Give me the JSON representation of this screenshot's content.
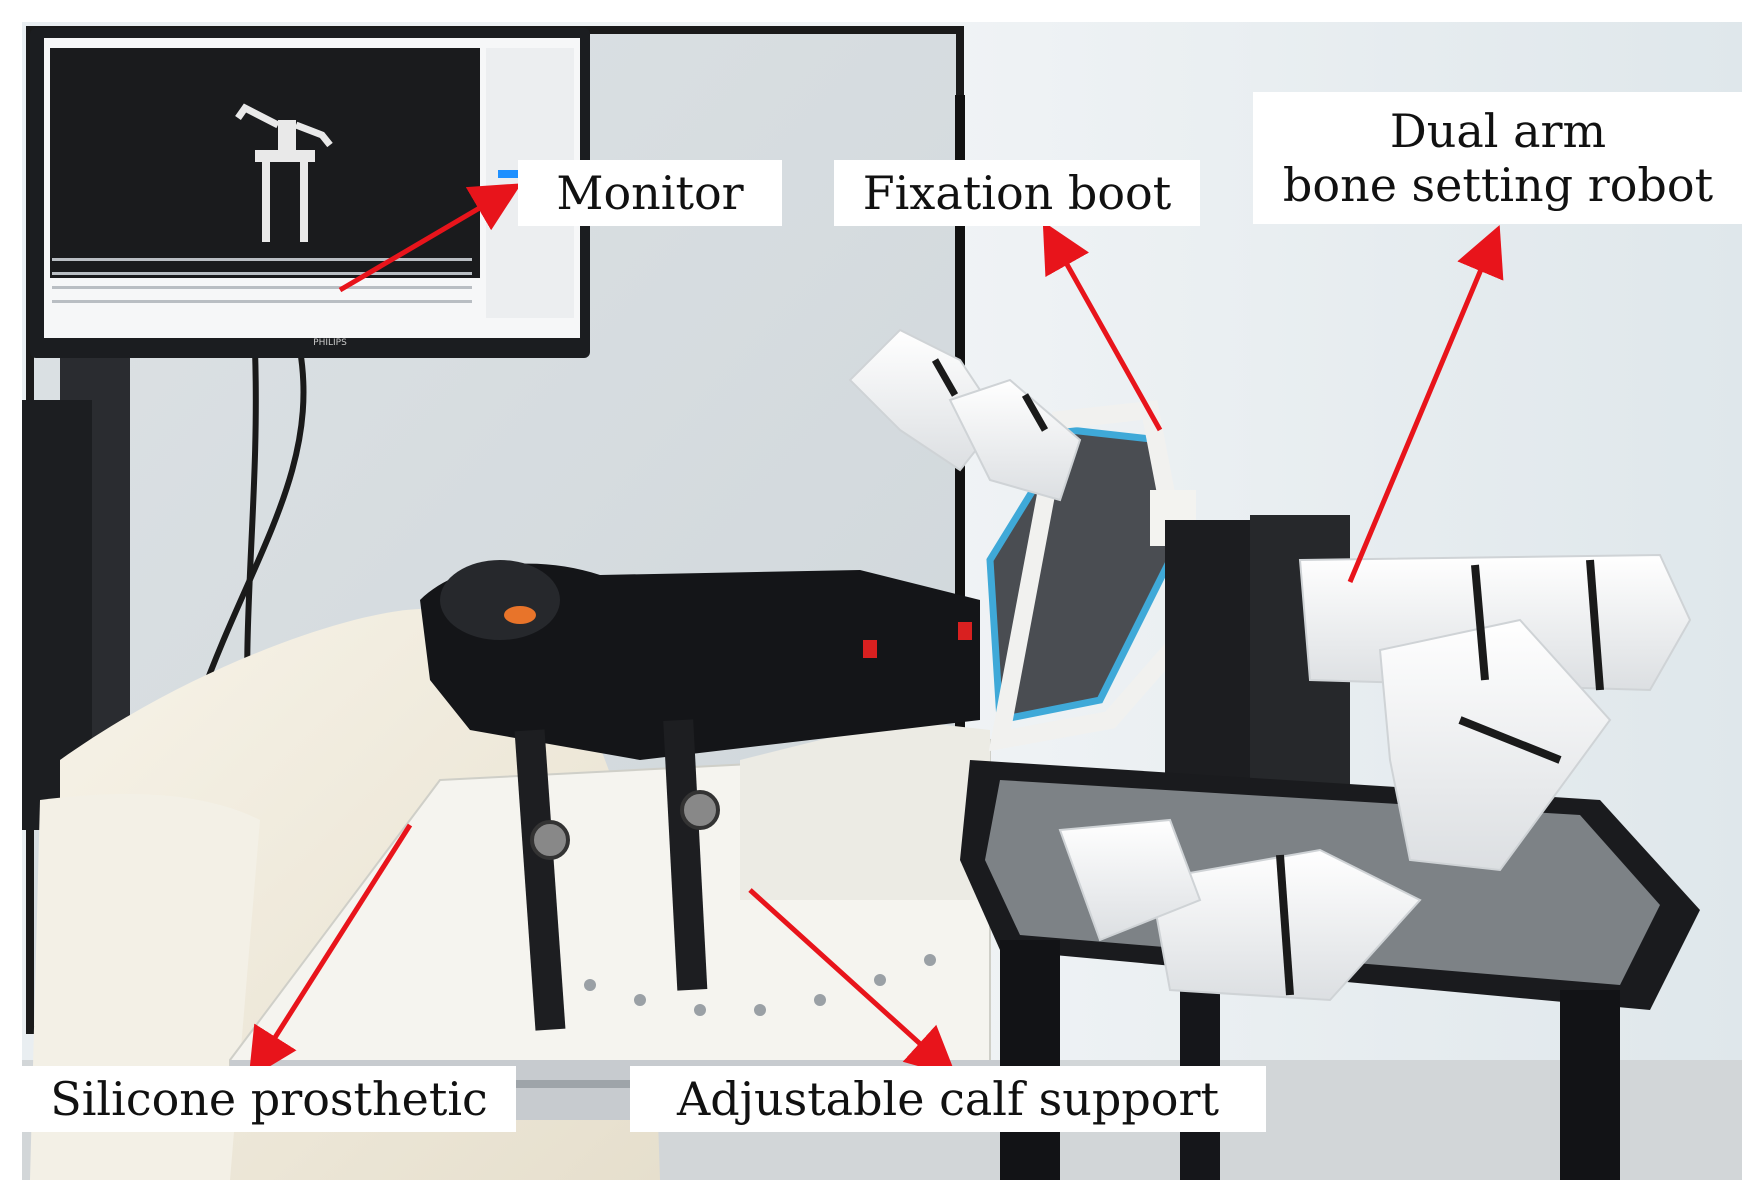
{
  "labels": {
    "monitor": "Monitor",
    "fixation_boot": "Fixation boot",
    "robot_line1": "Dual arm",
    "robot_line2": "bone setting robot",
    "silicone": "Silicone prosthetic",
    "calf_support": "Adjustable calf support"
  },
  "monitor_screen": {
    "brand": "PHILIPS"
  },
  "colors": {
    "arrow": "#e8141b",
    "label_bg": "#ffffff",
    "label_text": "#111111"
  }
}
